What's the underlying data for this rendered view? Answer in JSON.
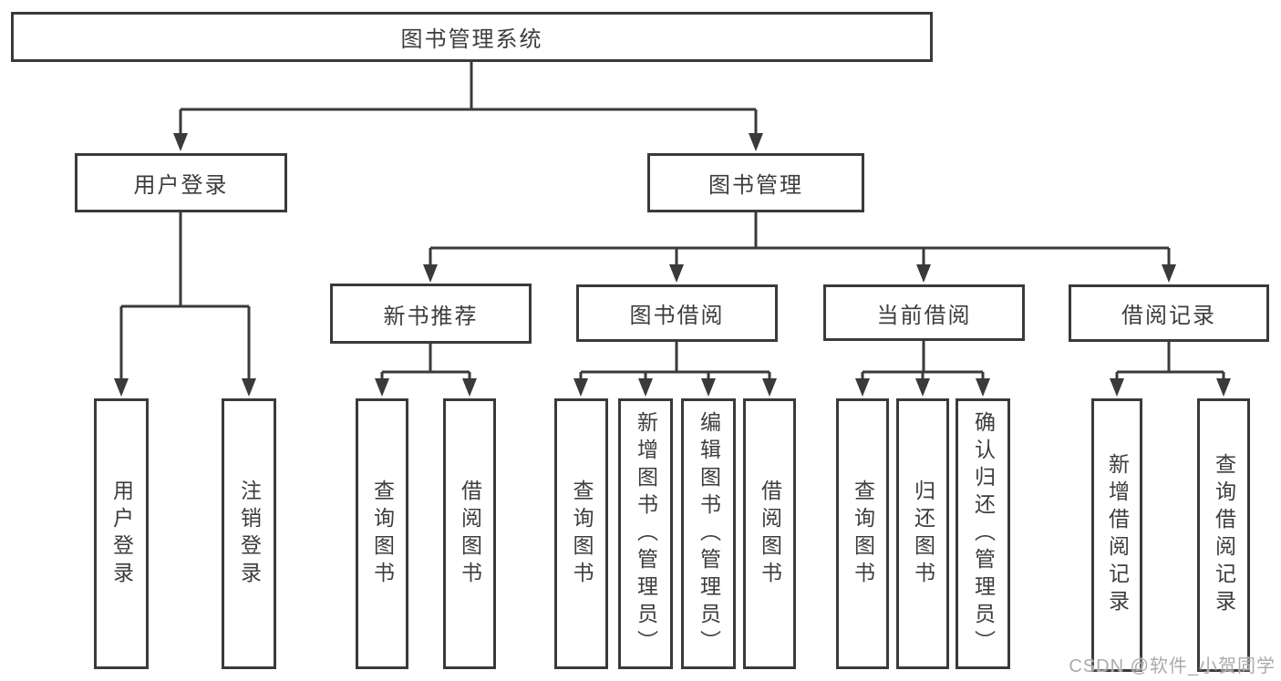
{
  "tree": {
    "root": {
      "label": "图书管理系统",
      "children": [
        {
          "label": "用户登录",
          "children": [
            {
              "label": "用户登录"
            },
            {
              "label": "注销登录"
            }
          ]
        },
        {
          "label": "图书管理",
          "children": [
            {
              "label": "新书推荐",
              "children": [
                {
                  "label": "查询图书"
                },
                {
                  "label": "借阅图书"
                }
              ]
            },
            {
              "label": "图书借阅",
              "children": [
                {
                  "label": "查询图书"
                },
                {
                  "label": "新增图书（管理员）"
                },
                {
                  "label": "编辑图书（管理员）"
                },
                {
                  "label": "借阅图书"
                }
              ]
            },
            {
              "label": "当前借阅",
              "children": [
                {
                  "label": "查询图书"
                },
                {
                  "label": "归还图书"
                },
                {
                  "label": "确认归还（管理员）"
                }
              ]
            },
            {
              "label": "借阅记录",
              "children": [
                {
                  "label": "新增借阅记录"
                },
                {
                  "label": "查询借阅记录"
                }
              ]
            }
          ]
        }
      ]
    }
  },
  "watermark": "CSDN @软件_小贺同学",
  "colors": {
    "line": "#3a3a3a",
    "text": "#3d3d3d",
    "box_background": "#ffffff",
    "watermark": "#ababab"
  }
}
